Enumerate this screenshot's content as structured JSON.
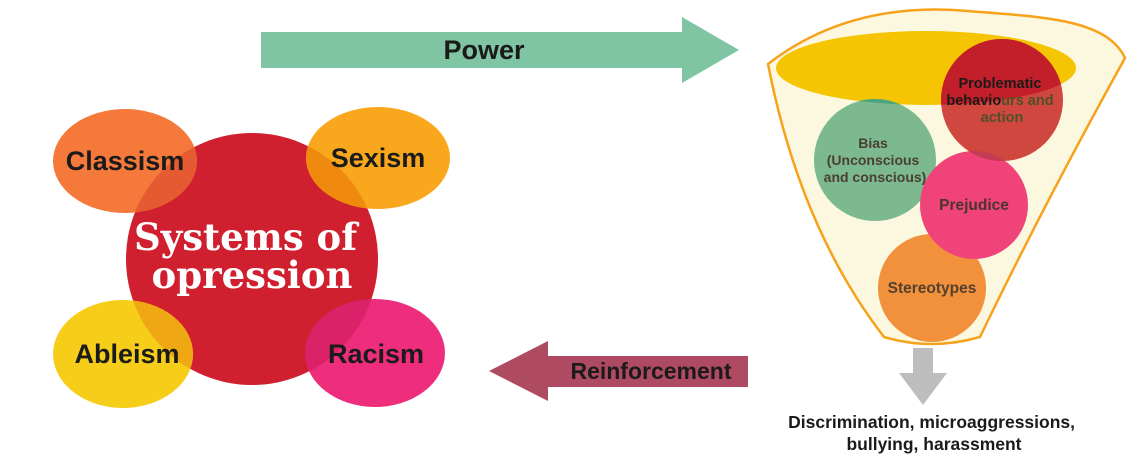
{
  "diagram": {
    "text_dark": "#1B1B1B",
    "power_arrow": {
      "label": "Power",
      "color": "#7FC4A3"
    },
    "reinforcement_arrow": {
      "label": "Reinforcement",
      "color": "#AF4A63"
    },
    "systems": {
      "center": {
        "label": "Systems of opression",
        "line1": "Systems of",
        "line2": "opression",
        "color": "#D01F2E",
        "text_color": "#FFFFFF"
      },
      "satellites": [
        {
          "label": "Classism",
          "color": "#F4793B",
          "overlap_color": "#E55A30"
        },
        {
          "label": "Sexism",
          "color": "#F9A81E",
          "overlap_color": "#EF8A0E"
        },
        {
          "label": "Ableism",
          "color": "#F6CE1A",
          "overlap_color": "#EFA713"
        },
        {
          "label": "Racism",
          "color": "#EE2D7C",
          "overlap_color": "#DB2168"
        }
      ]
    },
    "funnel": {
      "fill": "#FBF8DF",
      "stroke": "#F7A21B",
      "opening_color": "#F5C402",
      "bias": {
        "label": "Bias (Unconscious and conscious)",
        "lines": {
          "l1": "Bias",
          "l2": "(Unconscious",
          "l3": "and conscious)"
        },
        "color": "#7CB98E",
        "overlap_color": "#4FA47B",
        "text_color": "#4A3F33"
      },
      "problematic": {
        "label": "Problematic behaviours and action",
        "lines": {
          "l1": "Problematic",
          "l2a": "behavio",
          "l2b": "urs and",
          "l3": "action"
        },
        "color": "#D0473F",
        "overlap_opening_color": "#C31F2B",
        "overlap_prejudice_color": "#C43B55",
        "text_color_dark": "#1C1A19",
        "text_color_olive": "#4E5128"
      },
      "prejudice": {
        "label": "Prejudice",
        "color": "#EF4379",
        "text_color": "#4A352E"
      },
      "stereotypes": {
        "label": "Stereotypes",
        "color": "#F2913C",
        "text_color": "#53402D"
      },
      "output_arrow_color": "#BDBDBD",
      "outcome": {
        "label": "Discrimination, microaggressions, bullying, harassment",
        "line1": "Discrimination, microaggressions,",
        "line2": "bullying, harassment"
      }
    }
  }
}
